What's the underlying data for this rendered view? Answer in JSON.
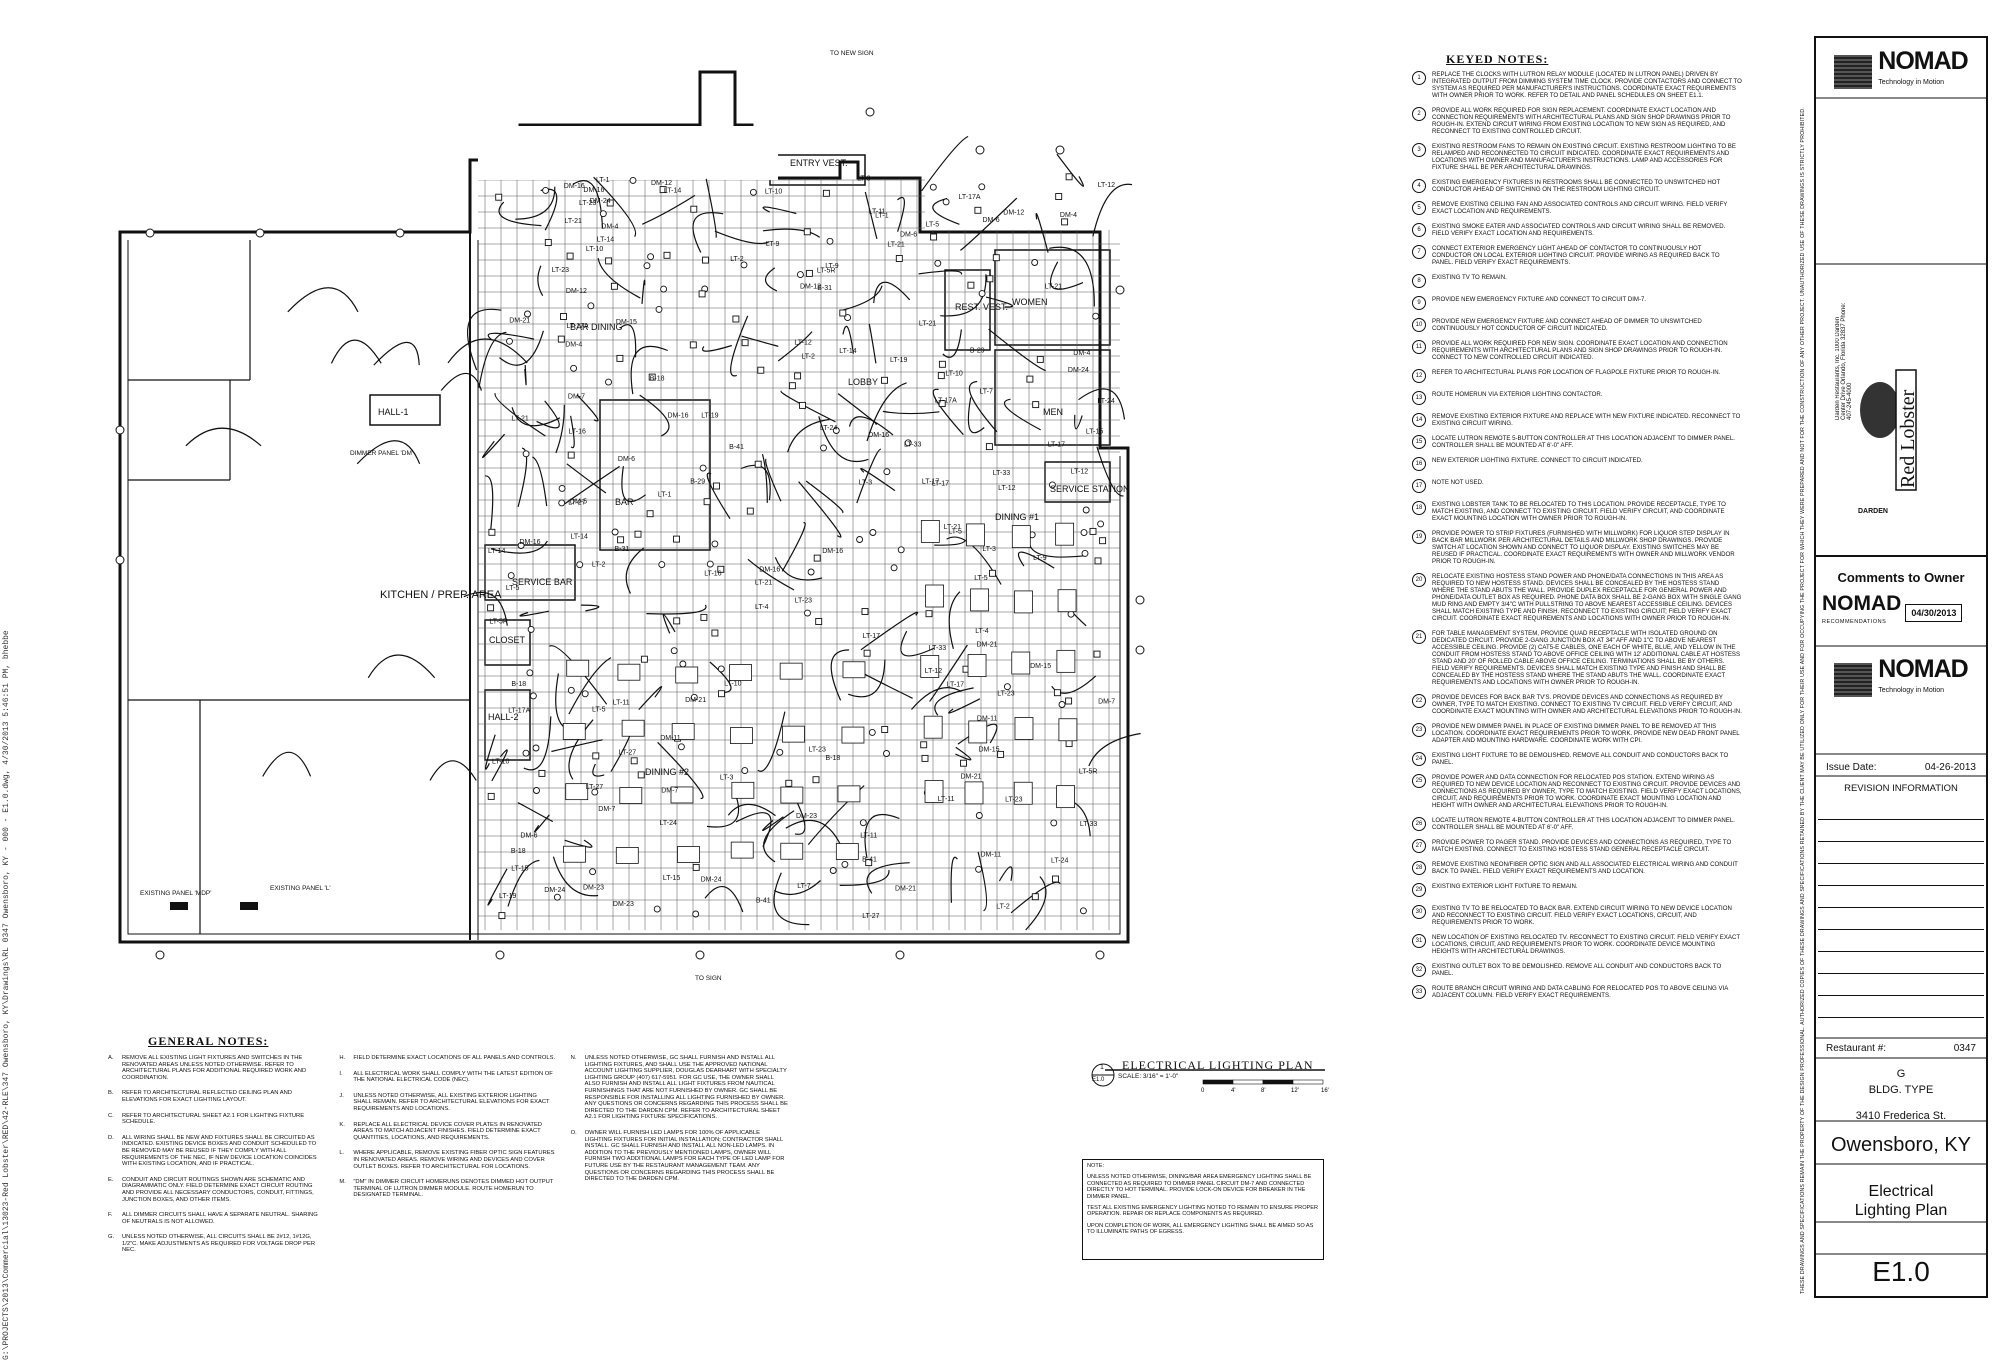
{
  "file_path_label": "G:\\PROJECTS\\2013\\Commercial\\13023-Red Lobster\\RED\\42-RLE\\347 Owensboro, KY\\Drawings\\RL 0347 Owensboro, KY - 000 - E1.0.dwg, 4/30/2013 5:46:51 PM, bhebbe",
  "plan": {
    "rooms": [
      "BAR DINING",
      "LOBBY",
      "KITCHEN / PREP. AREA",
      "SERVICE BAR",
      "CLOSET",
      "HALL-2",
      "HALL-1",
      "DINING #2",
      "DINING #1",
      "WOMEN",
      "MEN",
      "REST. VEST.",
      "SERVICE STATION",
      "BAR",
      "ENTRY VEST."
    ],
    "circuit_labels": [
      "LT-1",
      "LT-2",
      "LT-3",
      "LT-4",
      "LT-5",
      "LT-7",
      "LT-9",
      "LT-10",
      "LT-11",
      "LT-12",
      "LT-13",
      "LT-14",
      "LT-15",
      "LT-16",
      "LT-17",
      "LT-17A",
      "LT-19",
      "LT-21",
      "LT-23",
      "LT-24",
      "LT-27",
      "LT-33",
      "LT-5R",
      "DM-4",
      "DM-5",
      "DM-6",
      "DM-7",
      "DM-11",
      "DM-12",
      "DM-15",
      "DM-16",
      "DM-21",
      "DM-23",
      "DM-24",
      "B-29",
      "B-31",
      "B-41",
      "B-18"
    ],
    "callouts": {
      "to_new_sign": "TO NEW SIGN",
      "to_sign": "TO SIGN",
      "dimmer_panel": "DIMMER PANEL 'DM'",
      "existing_panel_l": "EXISTING PANEL 'L'",
      "existing_panel_mdp": "EXISTING PANEL 'MDP'"
    }
  },
  "keyed_notes_title": "KEYED NOTES:",
  "keyed_notes": [
    {
      "n": "1",
      "text": "REPLACE THE CLOCKS WITH LUTRON RELAY MODULE (LOCATED IN LUTRON PANEL) DRIVEN BY INTEGRATED OUTPUT FROM DIMMING SYSTEM TIME CLOCK. PROVIDE CONTACTORS AND CONNECT TO SYSTEM AS REQUIRED PER MANUFACTURER'S INSTRUCTIONS. COORDINATE EXACT REQUIREMENTS WITH OWNER PRIOR TO WORK. REFER TO DETAIL AND PANEL SCHEDULES ON SHEET E1.1."
    },
    {
      "n": "2",
      "text": "PROVIDE ALL WORK REQUIRED FOR SIGN REPLACEMENT. COORDINATE EXACT LOCATION AND CONNECTION REQUIREMENTS WITH ARCHITECTURAL PLANS AND SIGN SHOP DRAWINGS PRIOR TO ROUGH-IN. EXTEND CIRCUIT WIRING FROM EXISTING LOCATION TO NEW SIGN AS REQUIRED, AND RECONNECT TO EXISTING CONTROLLED CIRCUIT."
    },
    {
      "n": "3",
      "text": "EXISTING RESTROOM FANS TO REMAIN ON EXISTING CIRCUIT. EXISTING RESTROOM LIGHTING TO BE RELAMPED AND RECONNECTED TO CIRCUIT INDICATED. COORDINATE EXACT REQUIREMENTS AND LOCATIONS WITH OWNER AND MANUFACTURER'S INSTRUCTIONS. LAMP AND ACCESSORIES FOR FIXTURE SHALL BE PER ARCHITECTURAL DRAWINGS."
    },
    {
      "n": "4",
      "text": "EXISTING EMERGENCY FIXTURES IN RESTROOMS SHALL BE CONNECTED TO UNSWITCHED HOT CONDUCTOR AHEAD OF SWITCHING ON THE RESTROOM LIGHTING CIRCUIT."
    },
    {
      "n": "5",
      "text": "REMOVE EXISTING CEILING FAN AND ASSOCIATED CONTROLS AND CIRCUIT WIRING. FIELD VERIFY EXACT LOCATION AND REQUIREMENTS."
    },
    {
      "n": "6",
      "text": "EXISTING SMOKE EATER AND ASSOCIATED CONTROLS AND CIRCUIT WIRING SHALL BE REMOVED. FIELD VERIFY EXACT LOCATION AND REQUIREMENTS."
    },
    {
      "n": "7",
      "text": "CONNECT EXTERIOR EMERGENCY LIGHT AHEAD OF CONTACTOR TO CONTINUOUSLY HOT CONDUCTOR ON LOCAL EXTERIOR LIGHTING CIRCUIT. PROVIDE WIRING AS REQUIRED BACK TO PANEL. FIELD VERIFY EXACT REQUIREMENTS."
    },
    {
      "n": "8",
      "text": "EXISTING TV TO REMAIN."
    },
    {
      "n": "9",
      "text": "PROVIDE NEW EMERGENCY FIXTURE AND CONNECT TO CIRCUIT DIM-7."
    },
    {
      "n": "10",
      "text": "PROVIDE NEW EMERGENCY FIXTURE AND CONNECT AHEAD OF DIMMER TO UNSWITCHED CONTINUOUSLY HOT CONDUCTOR OF CIRCUIT INDICATED."
    },
    {
      "n": "11",
      "text": "PROVIDE ALL WORK REQUIRED FOR NEW SIGN. COORDINATE EXACT LOCATION AND CONNECTION REQUIREMENTS WITH ARCHITECTURAL PLANS AND SIGN SHOP DRAWINGS PRIOR TO ROUGH-IN. CONNECT TO NEW CONTROLLED CIRCUIT INDICATED."
    },
    {
      "n": "12",
      "text": "REFER TO ARCHITECTURAL PLANS FOR LOCATION OF FLAGPOLE FIXTURE PRIOR TO ROUGH-IN."
    },
    {
      "n": "13",
      "text": "ROUTE HOMERUN VIA EXTERIOR LIGHTING CONTACTOR."
    },
    {
      "n": "14",
      "text": "REMOVE EXISTING EXTERIOR FIXTURE AND REPLACE WITH NEW FIXTURE INDICATED. RECONNECT TO EXISTING CIRCUIT WIRING."
    },
    {
      "n": "15",
      "text": "LOCATE LUTRON REMOTE 5-BUTTON CONTROLLER AT THIS LOCATION ADJACENT TO DIMMER PANEL. CONTROLLER SHALL BE MOUNTED AT 6'-0\" AFF."
    },
    {
      "n": "16",
      "text": "NEW EXTERIOR LIGHTING FIXTURE. CONNECT TO CIRCUIT INDICATED."
    },
    {
      "n": "17",
      "text": "NOTE NOT USED."
    },
    {
      "n": "18",
      "text": "EXISTING LOBSTER TANK TO BE RELOCATED TO THIS LOCATION. PROVIDE RECEPTACLE, TYPE TO MATCH EXISTING, AND CONNECT TO EXISTING CIRCUIT. FIELD VERIFY CIRCUIT, AND COORDINATE EXACT MOUNTING LOCATION WITH OWNER PRIOR TO ROUGH-IN."
    },
    {
      "n": "19",
      "text": "PROVIDE POWER TO STRIP FIXTURES (FURNISHED WITH MILLWORK) FOR LIQUOR STEP DISPLAY IN BACK BAR MILLWORK PER ARCHITECTURAL DETAILS AND MILLWORK SHOP DRAWINGS. PROVIDE SWITCH AT LOCATION SHOWN AND CONNECT TO LIQUOR DISPLAY. EXISTING SWITCHES MAY BE REUSED IF PRACTICAL. COORDINATE EXACT REQUIREMENTS WITH OWNER AND MILLWORK VENDOR PRIOR TO ROUGH-IN."
    },
    {
      "n": "20",
      "text": "RELOCATE EXISTING HOSTESS STAND POWER AND PHONE/DATA CONNECTIONS IN THIS AREA AS REQUIRED TO NEW HOSTESS STAND. DEVICES SHALL BE CONCEALED BY THE HOSTESS STAND WHERE THE STAND ABUTS THE WALL. PROVIDE DUPLEX RECEPTACLE FOR GENERAL POWER AND PHONE/DATA OUTLET BOX AS REQUIRED. PHONE DATA BOX SHALL BE 2-GANG BOX WITH SINGLE GANG MUD RING AND EMPTY 3/4\"C WITH PULLSTRING TO ABOVE NEAREST ACCESSIBLE CEILING. DEVICES SHALL MATCH EXISTING TYPE AND FINISH. RECONNECT TO EXISTING CIRCUIT; FIELD VERIFY EXACT CIRCUIT. COORDINATE EXACT REQUIREMENTS AND LOCATIONS WITH OWNER PRIOR TO ROUGH-IN."
    },
    {
      "n": "21",
      "text": "FOR TABLE MANAGEMENT SYSTEM, PROVIDE QUAD RECEPTACLE WITH ISOLATED GROUND ON DEDICATED CIRCUIT. PROVIDE 2-GANG JUNCTION BOX AT 34\" AFF AND 1\"C TO ABOVE NEAREST ACCESSIBLE CEILING. PROVIDE (2) CAT5-E CABLES, ONE EACH OF WHITE, BLUE, AND YELLOW IN THE CONDUIT FROM HOSTESS STAND TO ABOVE OFFICE CEILING WITH 12' ADDITIONAL CABLE AT HOSTESS STAND AND 20' OF ROLLED CABLE ABOVE OFFICE CEILING. TERMINATIONS SHALL BE BY OTHERS. FIELD VERIFY REQUIREMENTS. DEVICES SHALL MATCH EXISTING TYPE AND FINISH AND SHALL BE CONCEALED BY THE HOSTESS STAND WHERE THE STAND ABUTS THE WALL. COORDINATE EXACT REQUIREMENTS AND LOCATIONS WITH OWNER PRIOR TO ROUGH-IN."
    },
    {
      "n": "22",
      "text": "PROVIDE DEVICES FOR BACK BAR TV'S. PROVIDE DEVICES AND CONNECTIONS AS REQUIRED BY OWNER, TYPE TO MATCH EXISTING. CONNECT TO EXISTING TV CIRCUIT. FIELD VERIFY CIRCUIT, AND COORDINATE EXACT MOUNTING WITH OWNER AND ARCHITECTURAL ELEVATIONS PRIOR TO ROUGH-IN."
    },
    {
      "n": "23",
      "text": "PROVIDE NEW DIMMER PANEL IN PLACE OF EXISTING DIMMER PANEL TO BE REMOVED AT THIS LOCATION. COORDINATE EXACT REQUIREMENTS PRIOR TO WORK. PROVIDE NEW DEAD FRONT PANEL ADAPTER AND MOUNTING HARDWARE. COORDINATE WORK WITH CPI."
    },
    {
      "n": "24",
      "text": "EXISTING LIGHT FIXTURE TO BE DEMOLISHED. REMOVE ALL CONDUIT AND CONDUCTORS BACK TO PANEL."
    },
    {
      "n": "25",
      "text": "PROVIDE POWER AND DATA CONNECTION FOR RELOCATED POS STATION. EXTEND WIRING AS REQUIRED TO NEW DEVICE LOCATION AND RECONNECT TO EXISTING CIRCUIT. PROVIDE DEVICES AND CONNECTIONS AS REQUIRED BY OWNER, TYPE TO MATCH EXISTING. FIELD VERIFY EXACT LOCATIONS, CIRCUIT, AND REQUIREMENTS PRIOR TO WORK. COORDINATE EXACT MOUNTING LOCATION AND HEIGHT WITH OWNER AND ARCHITECTURAL ELEVATIONS PRIOR TO ROUGH-IN."
    },
    {
      "n": "26",
      "text": "LOCATE LUTRON REMOTE 4-BUTTON CONTROLLER AT THIS LOCATION ADJACENT TO DIMMER PANEL. CONTROLLER SHALL BE MOUNTED AT 6'-0\" AFF."
    },
    {
      "n": "27",
      "text": "PROVIDE POWER TO PAGER STAND. PROVIDE DEVICES AND CONNECTIONS AS REQUIRED, TYPE TO MATCH EXISTING. CONNECT TO EXISTING HOSTESS STAND GENERAL RECEPTACLE CIRCUIT."
    },
    {
      "n": "28",
      "text": "REMOVE EXISTING NEON/FIBER OPTIC SIGN AND ALL ASSOCIATED ELECTRICAL WIRING AND CONDUIT BACK TO PANEL. FIELD VERIFY EXACT REQUIREMENTS AND LOCATION."
    },
    {
      "n": "29",
      "text": "EXISTING EXTERIOR LIGHT FIXTURE TO REMAIN."
    },
    {
      "n": "30",
      "text": "EXISTING TV TO BE RELOCATED TO BACK BAR. EXTEND CIRCUIT WIRING TO NEW DEVICE LOCATION AND RECONNECT TO EXISTING CIRCUIT. FIELD VERIFY EXACT LOCATIONS, CIRCUIT, AND REQUIREMENTS PRIOR TO WORK."
    },
    {
      "n": "31",
      "text": "NEW LOCATION OF EXISTING RELOCATED TV. RECONNECT TO EXISTING CIRCUIT. FIELD VERIFY EXACT LOCATIONS, CIRCUIT, AND REQUIREMENTS PRIOR TO WORK. COORDINATE DEVICE MOUNTING HEIGHTS WITH ARCHITECTURAL DRAWINGS."
    },
    {
      "n": "32",
      "text": "EXISTING OUTLET BOX TO BE DEMOLISHED. REMOVE ALL CONDUIT AND CONDUCTORS BACK TO PANEL."
    },
    {
      "n": "33",
      "text": "ROUTE BRANCH CIRCUIT WIRING AND DATA CABLING FOR RELOCATED POS TO ABOVE CEILING VIA ADJACENT COLUMN. FIELD VERIFY EXACT REQUIREMENTS."
    }
  ],
  "general_notes_title": "GENERAL NOTES:",
  "general_notes": [
    [
      {
        "l": "A.",
        "text": "REMOVE ALL EXISTING LIGHT FIXTURES AND SWITCHES IN THE RENOVATED AREAS UNLESS NOTED OTHERWISE. REFER TO ARCHITECTURAL PLANS FOR ADDITIONAL REQUIRED WORK AND COORDINATION."
      },
      {
        "l": "B.",
        "text": "REFER TO ARCHITECTURAL REFLECTED CEILING PLAN AND ELEVATIONS FOR EXACT LIGHTING LAYOUT."
      },
      {
        "l": "C.",
        "text": "REFER TO ARCHITECTURAL SHEET A2.1 FOR LIGHTING FIXTURE SCHEDULE."
      },
      {
        "l": "D.",
        "text": "ALL WIRING SHALL BE NEW AND FIXTURES SHALL BE CIRCUITED AS INDICATED. EXISTING DEVICE BOXES AND CONDUIT SCHEDULED TO BE REMOVED MAY BE REUSED IF THEY COMPLY WITH ALL REQUIREMENTS OF THE NEC, IF NEW DEVICE LOCATION COINCIDES WITH EXISTING LOCATION, AND IF PRACTICAL."
      },
      {
        "l": "E.",
        "text": "CONDUIT AND CIRCUIT ROUTINGS SHOWN ARE SCHEMATIC AND DIAGRAMMATIC ONLY. FIELD DETERMINE EXACT CIRCUIT ROUTING AND PROVIDE ALL NECESSARY CONDUCTORS, CONDUIT, FITTINGS, JUNCTION BOXES, AND OTHER ITEMS."
      },
      {
        "l": "F.",
        "text": "ALL DIMMER CIRCUITS SHALL HAVE A SEPARATE NEUTRAL. SHARING OF NEUTRALS IS NOT ALLOWED."
      },
      {
        "l": "G.",
        "text": "UNLESS NOTED OTHERWISE, ALL CIRCUITS SHALL BE 2#12, 1#12G, 1/2\"C. MAKE ADJUSTMENTS AS REQUIRED FOR VOLTAGE DROP PER NEC."
      }
    ],
    [
      {
        "l": "H.",
        "text": "FIELD DETERMINE EXACT LOCATIONS OF ALL PANELS AND CONTROLS."
      },
      {
        "l": "I.",
        "text": "ALL ELECTRICAL WORK SHALL COMPLY WITH THE LATEST EDITION OF THE NATIONAL ELECTRICAL CODE (NEC)."
      },
      {
        "l": "J.",
        "text": "UNLESS NOTED OTHERWISE, ALL EXISTING EXTERIOR LIGHTING SHALL REMAIN. REFER TO ARCHITECTURAL ELEVATIONS FOR EXACT REQUIREMENTS AND LOCATIONS."
      },
      {
        "l": "K.",
        "text": "REPLACE ALL ELECTRICAL DEVICE COVER PLATES IN RENOVATED AREAS TO MATCH ADJACENT FINISHES. FIELD DETERMINE EXACT QUANTITIES, LOCATIONS, AND REQUIREMENTS."
      },
      {
        "l": "L.",
        "text": "WHERE APPLICABLE, REMOVE EXISTING FIBER OPTIC SIGN FEATURES IN RENOVATED AREAS. REMOVE WIRING AND DEVICES AND COVER OUTLET BOXES. REFER TO ARCHITECTURAL FOR LOCATIONS."
      },
      {
        "l": "M.",
        "text": "\"DM\" IN DIMMER CIRCUIT HOMERUNS DENOTES DIMMED HOT OUTPUT TERMINAL OF LUTRON DIMMER MODULE. ROUTE HOMERUN TO DESIGNATED TERMINAL."
      }
    ],
    [
      {
        "l": "N.",
        "text": "UNLESS NOTED OTHERWISE, GC SHALL FURNISH AND INSTALL ALL LIGHTING FIXTURES, AND SHALL USE THE APPROVED NATIONAL ACCOUNT LIGHTING SUPPLIER, DOUGLAS DEARHART WITH SPECIALTY LIGHTING GROUP (407) 617-5951. FOR GC USE, THE OWNER SHALL ALSO FURNISH AND INSTALL ALL LIGHT FIXTURES FROM NAUTICAL FURNISHINGS THAT ARE NOT FURNISHED BY OWNER. GC SHALL BE RESPONSIBLE FOR INSTALLING ALL LIGHTING FURNISHED BY OWNER. ANY QUESTIONS OR CONCERNS REGARDING THIS PROCESS SHALL BE DIRECTED TO THE DARDEN CPM. REFER TO ARCHITECTURAL SHEET A2.1 FOR LIGHTING FIXTURE SPECIFICATIONS."
      },
      {
        "l": "O.",
        "text": "OWNER WILL FURNISH LED LAMPS FOR 100% OF APPLICABLE LIGHTING FIXTURES FOR INITIAL INSTALLATION; CONTRACTOR SHALL INSTALL. GC SHALL FURNISH AND INSTALL ALL NON-LED LAMPS. IN ADDITION TO THE PREVIOUSLY MENTIONED LAMPS, OWNER WILL FURNISH TWO ADDITIONAL LAMPS FOR EACH TYPE OF LED LAMP FOR FUTURE USE BY THE RESTAURANT MANAGEMENT TEAM. ANY QUESTIONS OR CONCERNS REGARDING THIS PROCESS SHALL BE DIRECTED TO THE DARDEN CPM."
      }
    ]
  ],
  "plan_title": {
    "bubble_number": "1",
    "bubble_sheet": "E1.0",
    "title": "ELECTRICAL LIGHTING PLAN",
    "scale": "SCALE: 3/16\" = 1'-0\"",
    "scale_ticks": [
      "0",
      "4'",
      "8'",
      "12'",
      "16'"
    ]
  },
  "note_box": {
    "heading": "NOTE:",
    "paragraphs": [
      "UNLESS NOTED OTHERWISE, DINING/BAR AREA EMERGENCY LIGHTING SHALL BE CONNECTED AS REQUIRED TO DIMMER PANEL CIRCUIT DM-7 AND CONNECTED DIRECTLY TO HOT TERMINAL. PROVIDE LOCK-ON DEVICE FOR BREAKER IN THE DIMMER PANEL.",
      "TEST ALL EXISTING EMERGENCY LIGHTING NOTED TO REMAIN TO ENSURE PROPER OPERATION. REPAIR OR REPLACE COMPONENTS AS REQUIRED.",
      "UPON COMPLETION OF WORK, ALL EMERGENCY LIGHTING SHALL BE AIMED SO AS TO ILLUMINATE PATHS OF EGRESS."
    ]
  },
  "title_block": {
    "logo_name": "NOMAD",
    "logo_tagline": "Technology in Motion",
    "firm_info": "Darden Restaurants, Inc. 1000 Darden Center Drive Orlando, Florida 32837 Phone: 407-245-4000",
    "brand": "Red Lobster",
    "brand_owner": "DARDEN",
    "comments_label": "Comments to Owner",
    "nomad_small": "NOMAD",
    "recommendations": "RECOMMENDATIONS",
    "comments_date": "04/30/2013",
    "issue_date_label": "Issue Date:",
    "issue_date_value": "04-26-2013",
    "revision_header": "REVISION INFORMATION",
    "restaurant_label": "Restaurant #:",
    "restaurant_value": "0347",
    "bldg_letter": "G",
    "bldg_type": "BLDG. TYPE",
    "address": "3410 Frederica St.",
    "city": "Owensboro, KY",
    "sheet_title_line1": "Electrical",
    "sheet_title_line2": "Lighting Plan",
    "sheet_number": "E1.0",
    "disclaimer": "These drawings and specifications remain the property of the design professional. Authorized copies of these drawings and specifications retained by the client may be utilized only for their use and for occupying the project for which they were prepared and not for the construction of any other project. Unauthorized use of these drawings is strictly prohibited."
  }
}
